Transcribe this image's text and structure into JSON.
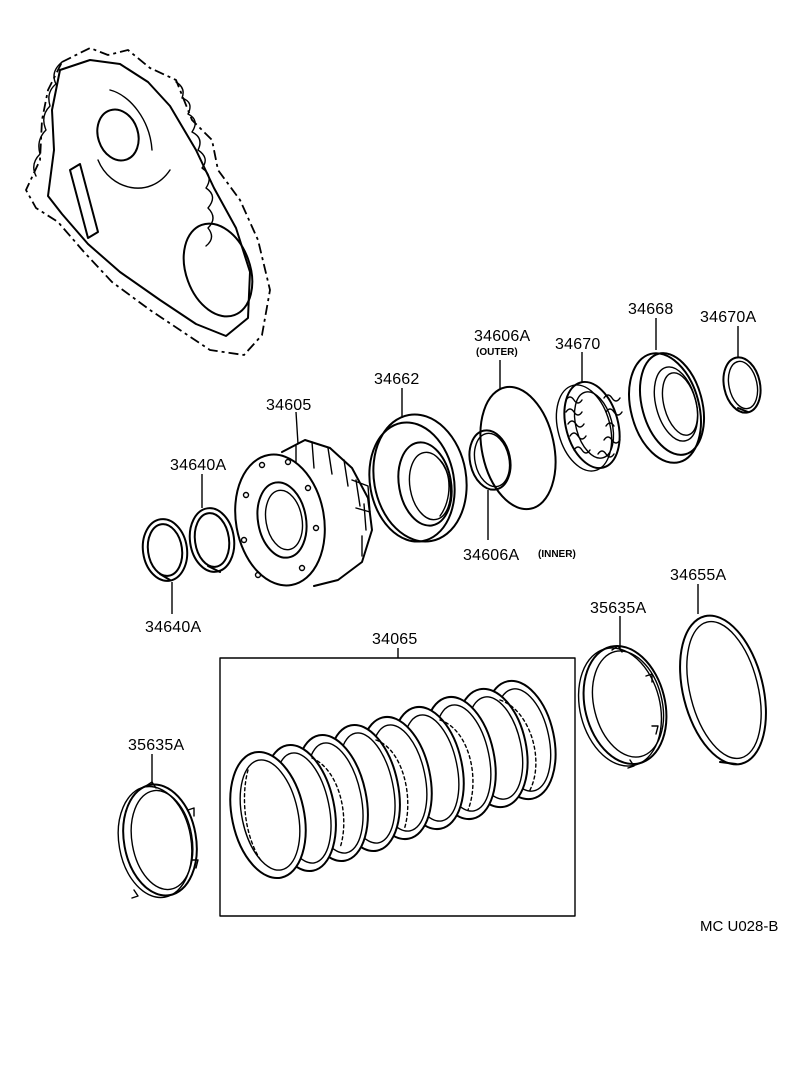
{
  "labels": {
    "p34605": "34605",
    "p34662": "34662",
    "p34606a_outer": "34606A",
    "p34606a_outer_note": "(OUTER)",
    "p34670": "34670",
    "p34668": "34668",
    "p34670a": "34670A",
    "p34640a_top": "34640A",
    "p34640a_bottom": "34640A",
    "p34606a_inner": "34606A",
    "p34606a_inner_note": "(INNER)",
    "p34655a": "34655A",
    "p35635a_right": "35635A",
    "p34065": "34065",
    "p35635a_left": "35635A"
  },
  "ref_code": "MC U028-B"
}
